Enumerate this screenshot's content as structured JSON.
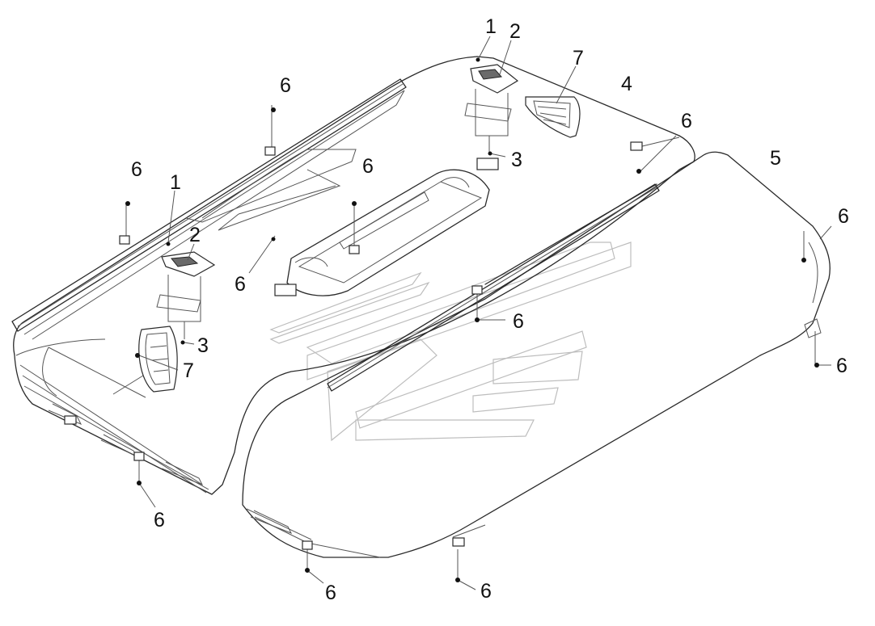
{
  "diagram": {
    "callouts": [
      {
        "id": "c1a",
        "label": "1"
      },
      {
        "id": "c2a",
        "label": "2"
      },
      {
        "id": "c7a",
        "label": "7"
      },
      {
        "id": "c4",
        "label": "4"
      },
      {
        "id": "c6a",
        "label": "6"
      },
      {
        "id": "c3a",
        "label": "3"
      },
      {
        "id": "c5",
        "label": "5"
      },
      {
        "id": "c6b",
        "label": "6"
      },
      {
        "id": "c6c",
        "label": "6"
      },
      {
        "id": "c6d",
        "label": "6"
      },
      {
        "id": "c1b",
        "label": "1"
      },
      {
        "id": "c2b",
        "label": "2"
      },
      {
        "id": "c6e",
        "label": "6"
      },
      {
        "id": "c6f",
        "label": "6"
      },
      {
        "id": "c3b",
        "label": "3"
      },
      {
        "id": "c7b",
        "label": "7"
      },
      {
        "id": "c6g",
        "label": "6"
      },
      {
        "id": "c6h",
        "label": "6"
      },
      {
        "id": "c6i",
        "label": "6"
      },
      {
        "id": "c6j",
        "label": "6"
      },
      {
        "id": "c6k",
        "label": "6"
      }
    ]
  }
}
